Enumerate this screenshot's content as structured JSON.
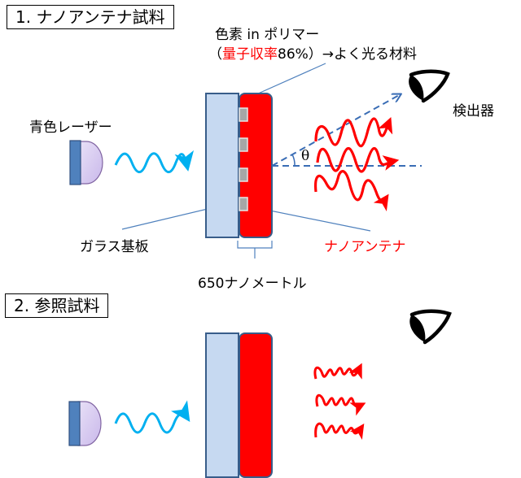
{
  "section1": {
    "title": "1. ナノアンテナ試料",
    "laser_label": "青色レーザー",
    "glass_label": "ガラス基板",
    "nanoantenna_label": "ナノアンテナ",
    "detector_label": "検出器",
    "dye_line1": "色素 in ポリマー",
    "dye_line2_open": "（",
    "dye_line2_red": "量子収率",
    "dye_line2_rest": "86%）→よく光る材料",
    "angle_label": "θ",
    "thickness_label": "650ナノメートル"
  },
  "section2": {
    "title": "2. 参照試料"
  },
  "colors": {
    "glass_fill": "#c6d9f1",
    "glass_stroke": "#385d8a",
    "polymer_fill": "#ff0000",
    "antenna_fill": "#a6a6a6",
    "laser_body": "#4f81bd",
    "laser_lens": "#d9cdf0",
    "blue_wave": "#00b0f0",
    "red_wave": "#ff0000",
    "leader_line": "#4f81bd",
    "dashed_line": "#3a6db5"
  }
}
